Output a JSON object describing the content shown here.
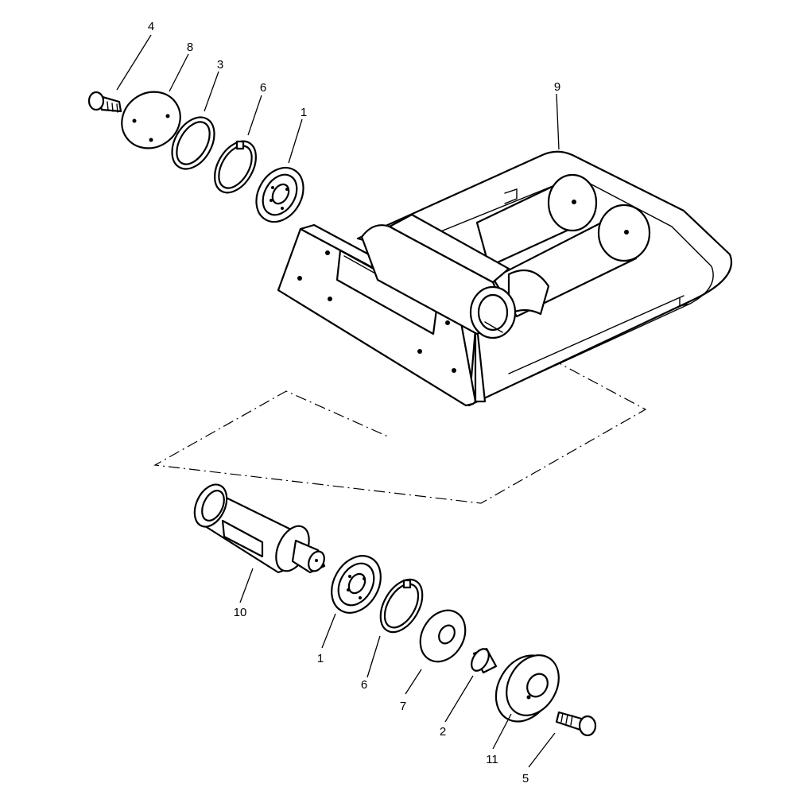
{
  "callouts": [
    {
      "id": "c4",
      "text": "4"
    },
    {
      "id": "c8",
      "text": "8"
    },
    {
      "id": "c3",
      "text": "3"
    },
    {
      "id": "c6a",
      "text": "6"
    },
    {
      "id": "c1a",
      "text": "1"
    },
    {
      "id": "c9",
      "text": "9"
    },
    {
      "id": "c10",
      "text": "10"
    },
    {
      "id": "c1b",
      "text": "1"
    },
    {
      "id": "c6b",
      "text": "6"
    },
    {
      "id": "c7",
      "text": "7"
    },
    {
      "id": "c2",
      "text": "2"
    },
    {
      "id": "c11",
      "text": "11"
    },
    {
      "id": "c5",
      "text": "5"
    }
  ]
}
